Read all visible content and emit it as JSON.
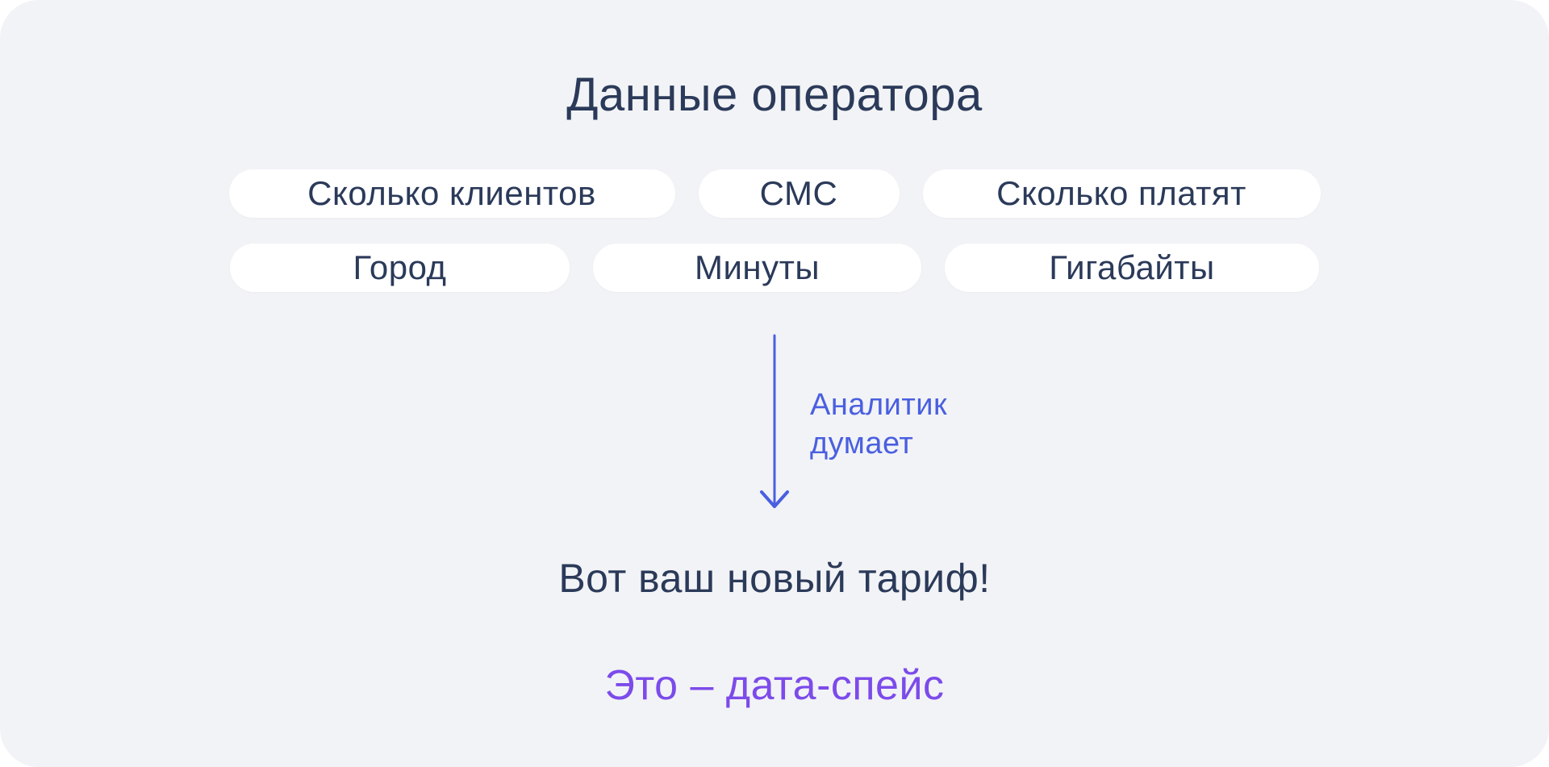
{
  "title": "Данные оператора",
  "pills": {
    "row1": [
      "Сколько клиентов",
      "СМС",
      "Сколько платят"
    ],
    "row2": [
      "Город",
      "Минуты",
      "Гигабайты"
    ]
  },
  "arrow": {
    "label": "Аналитик\nдумает"
  },
  "result_text": "Вот ваш новый тариф!",
  "footer_text": "Это – дата-спейс",
  "colors": {
    "page_background": "#ffffff",
    "card_background": "#f2f3f6",
    "pill_background": "#ffffff",
    "text_navy": "#2b3a59",
    "arrow_blue": "#4a5fe0",
    "footer_purple": "#7c4bea"
  }
}
